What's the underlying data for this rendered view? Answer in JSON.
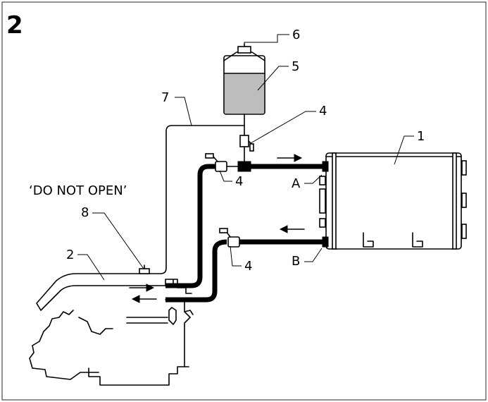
{
  "figure_number": "2",
  "callouts": {
    "c1": "1",
    "c2": "2",
    "c4_valve_top": "4",
    "c4_valve_a": "4",
    "c4_valve_b": "4",
    "c5": "5",
    "c6": "6",
    "c7": "7",
    "c8": "8",
    "port_a": "A",
    "port_b": "B"
  },
  "warning_text": "‘DO NOT OPEN’",
  "icons": [
    "arrow-right",
    "arrow-left"
  ]
}
